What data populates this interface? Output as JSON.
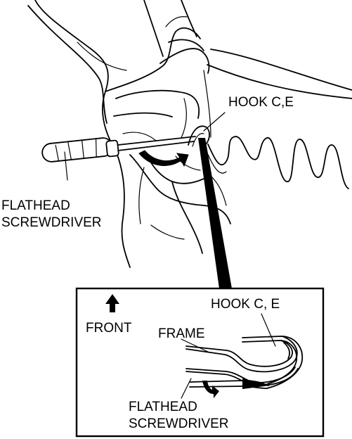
{
  "labels": {
    "hook_main": "HOOK C,E",
    "tool_main_line1": "FLATHEAD",
    "tool_main_line2": "SCREWDRIVER",
    "front": "FRONT",
    "frame": "FRAME",
    "hook_detail": "HOOK C, E",
    "tool_detail_line1": "FLATHEAD",
    "tool_detail_line2": "SCREWDRIVER"
  },
  "colors": {
    "ink": "#000000",
    "paper": "#ffffff"
  },
  "icons": {
    "front_direction": "arrow-up-icon",
    "pry_direction": "curved-arrow-icon"
  }
}
